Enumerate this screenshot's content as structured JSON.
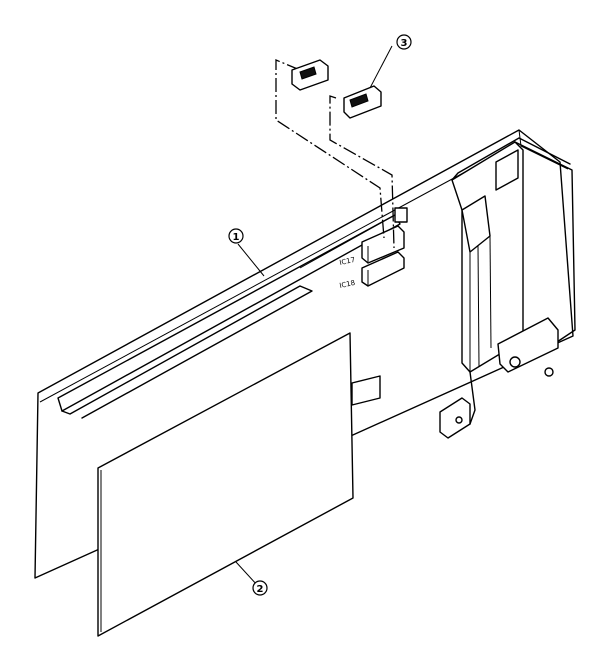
{
  "callouts": [
    {
      "id": "1",
      "label": "1"
    },
    {
      "id": "2",
      "label": "2"
    },
    {
      "id": "3",
      "label": "3"
    }
  ],
  "ic_labels": {
    "ic17": "IC17",
    "ic18": "IC18"
  }
}
